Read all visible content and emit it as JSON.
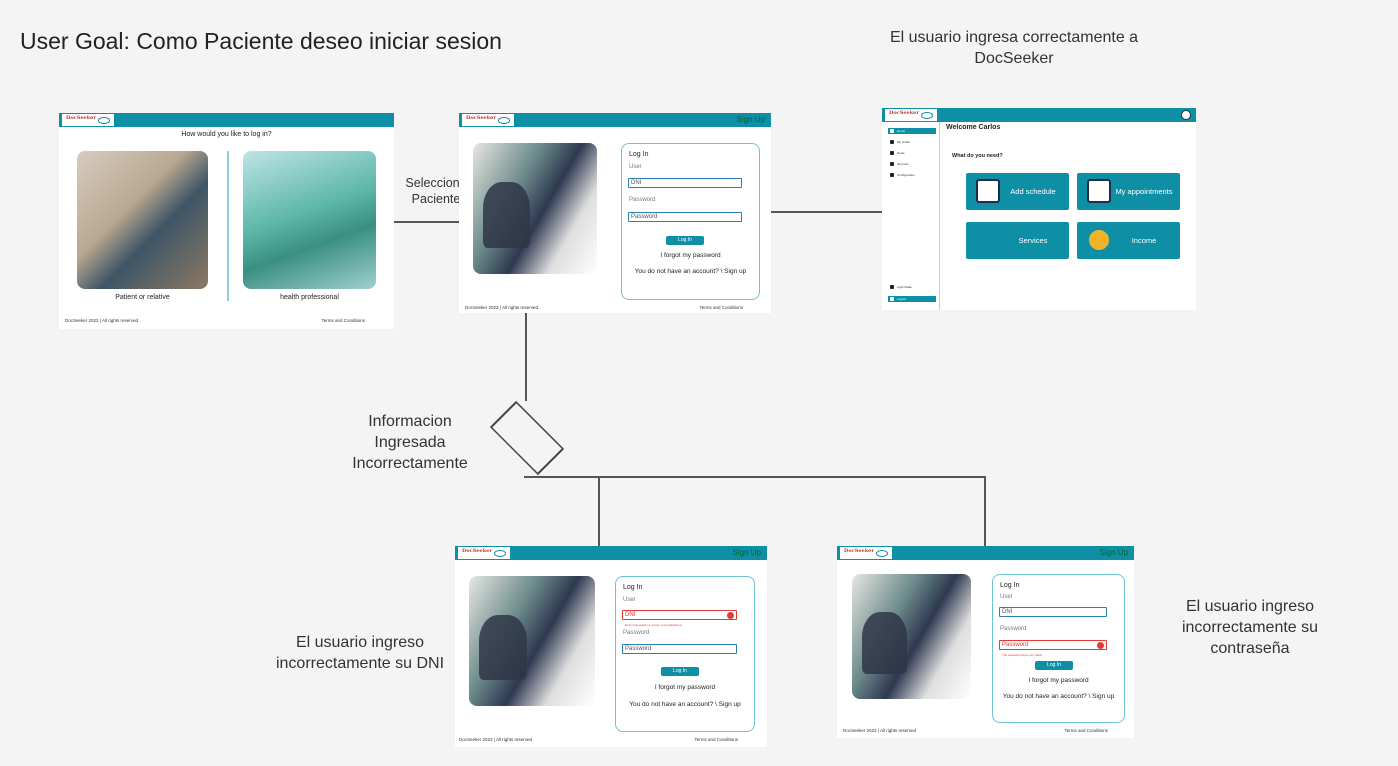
{
  "goal_title": "User Goal: Como Paciente deseo iniciar sesion",
  "notes": {
    "success": "El usuario ingresa correctamente a DocSeeker",
    "select": "Selecciona Paciente",
    "decision": "Informacion Ingresada Incorrectamente",
    "bad_dni": "El usuario ingreso incorrectamente su DNI",
    "bad_password": "El usuario ingreso incorrectamente su contraseña"
  },
  "brand": {
    "logo_text": "DocSeeker",
    "color_primary": "#0f8fa5",
    "color_error": "#e53935"
  },
  "select_screen": {
    "question": "How would you like to log in?",
    "option_patient": "Patient or relative",
    "option_professional": "health professional",
    "footer_left": "DocSeeker 2023 | All rights reserved",
    "footer_right": "Terms and Conditions"
  },
  "login_screen": {
    "signup_link": "Sign Up",
    "title": "Log In",
    "user_label": "User",
    "user_placeholder": "DNI",
    "password_label": "Password",
    "password_placeholder": "Password",
    "button": "Log In",
    "forgot": "I forgot my password",
    "no_account": "You do not have an account? \\ Sign up",
    "footer_left": "DocSeeker 2023 | All rights reserved",
    "footer_right": "Terms and Conditions"
  },
  "error_messages": {
    "dni": "El dni ingresado no existe en la plataforma",
    "password": "The password does not match"
  },
  "dashboard": {
    "welcome": "Welcome Carlos",
    "question": "What do you need?",
    "sidebar_items": [
      "Home",
      "My profile",
      "News",
      "Services",
      "Configuration"
    ],
    "light_mode": "Light Mode",
    "logout": "Logout",
    "tiles": [
      "Add schedule",
      "My appointments",
      "Services",
      "Income"
    ]
  }
}
